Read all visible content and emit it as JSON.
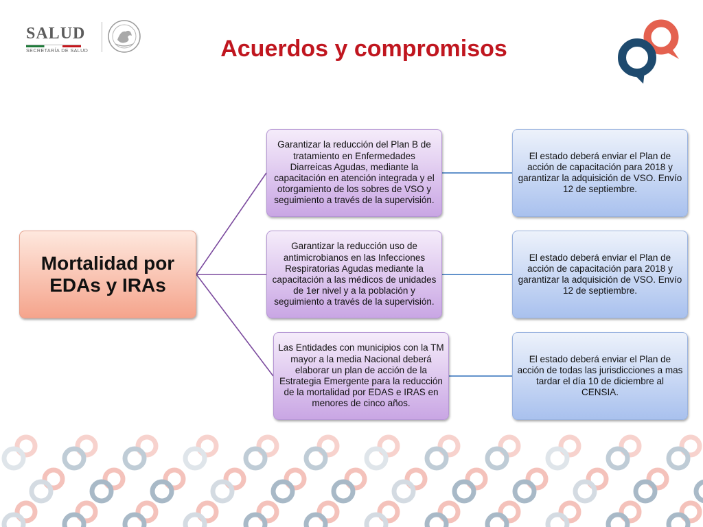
{
  "header": {
    "logo_word": "SALUD",
    "logo_subtitle": "SECRETARÍA DE SALUD",
    "title": "Acuerdos y compromisos"
  },
  "colors": {
    "title": "#c0161f",
    "root_box": "#f5a48c",
    "middle_box": "#c9a6e4",
    "right_box": "#a9c1ee",
    "connector_purple": "#7b4a9e",
    "connector_blue": "#2f6fba",
    "brand_red": "#e4614f",
    "brand_navy": "#1e4a6e"
  },
  "diagram": {
    "root": "Mortalidad por EDAs y IRAs",
    "branches": [
      {
        "text": "Garantizar la reducción del Plan B de tratamiento en Enfermedades Diarreicas Agudas, mediante la capacitación en atención integrada y el otorgamiento de los sobres de VSO y seguimiento a través de la supervisión.",
        "result": "El estado deberá enviar el Plan de acción de capacitación para 2018 y garantizar la adquisición de VSO. Envío 12 de septiembre."
      },
      {
        "text": "Garantizar la reducción uso de antimicrobianos en las Infecciones Respiratorias Agudas mediante la capacitación a las médicos de unidades de 1er nivel y a la población y seguimiento a través de la supervisión.",
        "result": "El estado deberá enviar el Plan de acción de capacitación para 2018 y garantizar la adquisición de VSO. Envío 12 de septiembre."
      },
      {
        "text": "Las Entidades con municipios con la TM mayor a la media Nacional deberá elaborar un plan de acción de la Estrategia Emergente para la reducción de la mortalidad por EDAS e IRAS en menores de cinco años.",
        "result": "El estado deberá enviar el Plan de acción de todas las jurisdicciones a mas tardar el día 10 de diciembre al CENSIA."
      }
    ]
  },
  "icons": {
    "government_seal": "mexico-seal-icon",
    "brand_mark": "speech-rings-logo-icon"
  }
}
